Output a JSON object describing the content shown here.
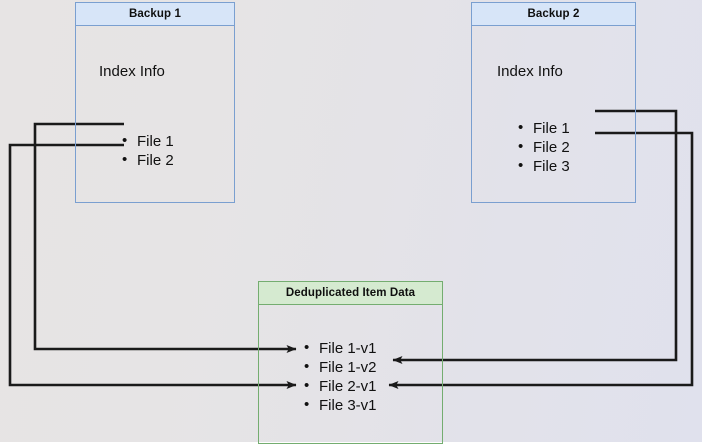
{
  "diagram": {
    "title_internal": "backup-deduplication-diagram",
    "background_left_color": "#e7e4e4",
    "background_right_color": "#e0e1ed"
  },
  "nodes": {
    "backup1": {
      "title": "Backup 1",
      "index_label": "Index Info",
      "files": [
        "File 1",
        "File 2"
      ],
      "border_color": "#7a9fd0",
      "header_color": "#d7e5f8"
    },
    "backup2": {
      "title": "Backup 2",
      "index_label": "Index Info",
      "files": [
        "File 1",
        "File 2",
        "File 3"
      ],
      "border_color": "#7a9fd0",
      "header_color": "#d7e5f8"
    },
    "dedup": {
      "title": "Deduplicated Item Data",
      "files": [
        "File 1-v1",
        "File 1-v2",
        "File 2-v1",
        "File 3-v1"
      ],
      "border_color": "#74ad70",
      "header_color": "#d5ead0"
    }
  },
  "connectors": {
    "stroke_color": "#1a1a1a",
    "edges": [
      {
        "name": "backup1-file1-to-file1v1",
        "from": "Backup 1 / File 1",
        "to": "Deduplicated Item Data / File 1-v1"
      },
      {
        "name": "backup1-file2-to-file2v1",
        "from": "Backup 1 / File 2",
        "to": "Deduplicated Item Data / File 2-v1"
      },
      {
        "name": "backup2-file1-to-file1v2",
        "from": "Backup 2 / File 1",
        "to": "Deduplicated Item Data / File 1-v2"
      },
      {
        "name": "backup2-file2-to-file2v1",
        "from": "Backup 2 / File 2",
        "to": "Deduplicated Item Data / File 2-v1"
      }
    ]
  }
}
